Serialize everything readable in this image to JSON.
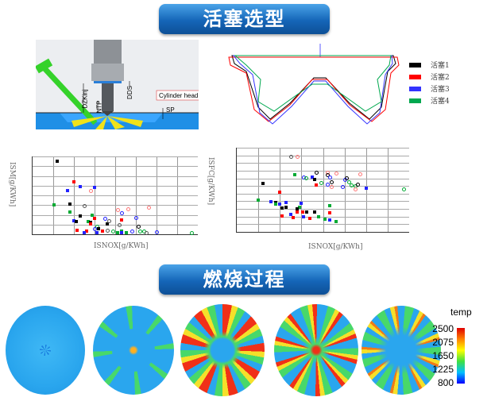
{
  "sections": {
    "piston_selection": "活塞选型",
    "combustion_process": "燃烧过程"
  },
  "injector_diagram": {
    "labels": {
      "dz": "DZKinj",
      "ntp": "NTP",
      "dds": "DDS",
      "sp": "SP",
      "sealing": "Cylinder head sealing surface"
    }
  },
  "piston_profiles": {
    "legend": [
      {
        "label": "活塞1",
        "color": "#000000"
      },
      {
        "label": "活塞2",
        "color": "#ff0000"
      },
      {
        "label": "活塞3",
        "color": "#3333ff"
      },
      {
        "label": "活塞4",
        "color": "#00a84f"
      }
    ]
  },
  "chart_data": [
    {
      "type": "scatter",
      "xlabel": "ISNOX[g/KWh]",
      "ylabel": "ISM[g/KWh]",
      "xlim": [
        0,
        8
      ],
      "ylim": [
        0,
        8
      ],
      "grid": true,
      "points": [
        [
          1.2,
          7.5,
          "k",
          "f"
        ],
        [
          2.0,
          5.4,
          "r",
          "f"
        ],
        [
          2.3,
          4.9,
          "b",
          "f"
        ],
        [
          3.0,
          4.8,
          "b",
          "f"
        ],
        [
          1.7,
          4.5,
          "b",
          "f"
        ],
        [
          2.8,
          4.5,
          "p",
          "o"
        ],
        [
          1.05,
          3.05,
          "g",
          "f"
        ],
        [
          1.8,
          3.1,
          "k",
          "f"
        ],
        [
          2.5,
          2.9,
          "x",
          "o"
        ],
        [
          4.1,
          2.5,
          "p",
          "o"
        ],
        [
          4.3,
          2.2,
          "b",
          "o"
        ],
        [
          4.6,
          2.6,
          "p",
          "o"
        ],
        [
          5.6,
          2.8,
          "p",
          "o"
        ],
        [
          1.8,
          2.3,
          "g",
          "f"
        ],
        [
          2.3,
          1.9,
          "k",
          "f"
        ],
        [
          2.9,
          2.0,
          "g",
          "f"
        ],
        [
          3.0,
          1.6,
          "r",
          "f"
        ],
        [
          3.5,
          1.6,
          "b",
          "o"
        ],
        [
          4.3,
          1.5,
          "r",
          "f"
        ],
        [
          5.0,
          1.7,
          "b",
          "o"
        ],
        [
          2.0,
          1.4,
          "b",
          "f"
        ],
        [
          2.1,
          1.3,
          "k",
          "f"
        ],
        [
          2.7,
          1.3,
          "g",
          "f"
        ],
        [
          2.8,
          1.2,
          "k",
          "f"
        ],
        [
          2.8,
          1.1,
          "r",
          "f"
        ],
        [
          3.6,
          1.1,
          "k",
          "f"
        ],
        [
          3.7,
          1.35,
          "x",
          "o"
        ],
        [
          4.2,
          1.0,
          "x",
          "o"
        ],
        [
          3.1,
          0.8,
          "g",
          "o"
        ],
        [
          5.1,
          0.8,
          "k",
          "o"
        ],
        [
          3.0,
          0.55,
          "b",
          "o"
        ],
        [
          3.2,
          0.6,
          "k",
          "f"
        ],
        [
          2.15,
          0.4,
          "r",
          "f"
        ],
        [
          2.6,
          0.35,
          "r",
          "f"
        ],
        [
          2.5,
          0.2,
          "b",
          "f"
        ],
        [
          3.1,
          0.15,
          "b",
          "f"
        ],
        [
          3.4,
          0.3,
          "r",
          "f"
        ],
        [
          3.6,
          0.4,
          "x",
          "o"
        ],
        [
          3.9,
          0.35,
          "g",
          "o"
        ],
        [
          4.1,
          0.2,
          "g",
          "f"
        ],
        [
          4.3,
          0.3,
          "g",
          "f"
        ],
        [
          4.3,
          0.15,
          "b",
          "f"
        ],
        [
          4.55,
          0.2,
          "g",
          "f"
        ],
        [
          4.8,
          0.3,
          "b",
          "o"
        ],
        [
          5.2,
          0.35,
          "g",
          "o"
        ],
        [
          5.4,
          0.3,
          "g",
          "o"
        ],
        [
          5.5,
          0.2,
          "x",
          "o"
        ],
        [
          6.0,
          0.25,
          "b",
          "o"
        ],
        [
          7.7,
          0.2,
          "g",
          "o"
        ]
      ]
    },
    {
      "type": "scatter",
      "xlabel": "ISNOX[g/KWh]",
      "ylabel": "ISFC[g/KWh]",
      "xlim": [
        0,
        8
      ],
      "ylim": [
        0,
        11
      ],
      "grid": true,
      "points": [
        [
          2.5,
          9.9,
          "x",
          "o"
        ],
        [
          2.8,
          9.9,
          "p",
          "o"
        ],
        [
          1.2,
          6.3,
          "k",
          "f"
        ],
        [
          2.7,
          7.5,
          "g",
          "f"
        ],
        [
          3.1,
          7.2,
          "b",
          "o"
        ],
        [
          3.2,
          7.1,
          "g",
          "o"
        ],
        [
          3.7,
          7.8,
          "k",
          "o"
        ],
        [
          3.5,
          7.2,
          "b",
          "f"
        ],
        [
          3.6,
          6.9,
          "k",
          "f"
        ],
        [
          4.2,
          7.8,
          "p",
          "o"
        ],
        [
          4.6,
          7.7,
          "p",
          "o"
        ],
        [
          4.2,
          7.5,
          "k",
          "o"
        ],
        [
          4.3,
          7.2,
          "b",
          "o"
        ],
        [
          3.7,
          6.1,
          "r",
          "f"
        ],
        [
          3.9,
          6.4,
          "g",
          "o"
        ],
        [
          4.2,
          6.2,
          "b",
          "o"
        ],
        [
          4.4,
          6.5,
          "k",
          "o"
        ],
        [
          4.4,
          5.9,
          "p",
          "o"
        ],
        [
          4.9,
          5.9,
          "b",
          "o"
        ],
        [
          5.0,
          6.8,
          "b",
          "o"
        ],
        [
          5.1,
          7.1,
          "k",
          "o"
        ],
        [
          5.2,
          6.5,
          "g",
          "o"
        ],
        [
          5.3,
          6.1,
          "g",
          "o"
        ],
        [
          5.5,
          6.0,
          "g",
          "o"
        ],
        [
          5.5,
          5.6,
          "p",
          "o"
        ],
        [
          5.6,
          6.2,
          "k",
          "o"
        ],
        [
          5.7,
          7.6,
          "p",
          "o"
        ],
        [
          6.0,
          5.7,
          "b",
          "f"
        ],
        [
          7.75,
          5.6,
          "g",
          "o"
        ],
        [
          2.0,
          5.2,
          "r",
          "f"
        ],
        [
          1.0,
          4.1,
          "g",
          "f"
        ],
        [
          1.6,
          3.9,
          "b",
          "f"
        ],
        [
          1.8,
          3.8,
          "k",
          "f"
        ],
        [
          1.8,
          3.6,
          "g",
          "f"
        ],
        [
          2.0,
          3.6,
          "b",
          "f"
        ],
        [
          2.3,
          3.8,
          "b",
          "f"
        ],
        [
          2.1,
          3.1,
          "k",
          "f"
        ],
        [
          2.3,
          3.2,
          "k",
          "f"
        ],
        [
          3.0,
          3.7,
          "b",
          "f"
        ],
        [
          2.9,
          3.2,
          "g",
          "f"
        ],
        [
          2.8,
          3.0,
          "k",
          "f"
        ],
        [
          2.1,
          2.1,
          "r",
          "f"
        ],
        [
          2.5,
          2.3,
          "b",
          "f"
        ],
        [
          2.6,
          1.9,
          "r",
          "f"
        ],
        [
          2.8,
          2.6,
          "r",
          "f"
        ],
        [
          3.05,
          2.6,
          "r",
          "f"
        ],
        [
          3.25,
          2.6,
          "k",
          "f"
        ],
        [
          3.6,
          2.6,
          "k",
          "f"
        ],
        [
          3.1,
          2.0,
          "b",
          "f"
        ],
        [
          3.8,
          2.0,
          "g",
          "f"
        ],
        [
          3.4,
          1.75,
          "r",
          "f"
        ],
        [
          4.1,
          1.7,
          "g",
          "f"
        ],
        [
          4.3,
          3.4,
          "g",
          "f"
        ],
        [
          4.3,
          2.5,
          "r",
          "f"
        ],
        [
          4.3,
          1.55,
          "b",
          "f"
        ],
        [
          4.6,
          1.4,
          "g",
          "f"
        ]
      ]
    }
  ],
  "temperature_scale": {
    "title": "temp",
    "ticks": [
      "2500",
      "2075",
      "1650",
      "1225",
      "800"
    ],
    "range": [
      800,
      2500
    ]
  }
}
